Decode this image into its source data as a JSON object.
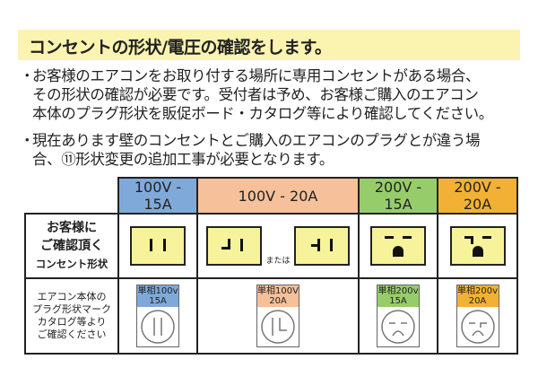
{
  "title": "コンセントの形状/電圧の確認をします。",
  "bullets": [
    {
      "dot": "・",
      "lines": [
        "お客様のエアコンをお取り付する場所に専用コンセントがある場合、",
        "その形状の確認が必要です。受付者は予め、お客様ご購入のエアコン",
        "本体のプラグ形状を販促ボード・カタログ等により確認してください。"
      ]
    },
    {
      "dot": "・",
      "lines": [
        "現在あります壁のコンセントとご購入のエアコンのプラグとが違う場",
        "合、⑪形状変更の追加工事が必要となります。"
      ]
    }
  ],
  "table": {
    "columns": [
      {
        "label": "100V - 15A",
        "color": "#7fa9d9"
      },
      {
        "label": "100V - 20A",
        "color": "#f5c09a"
      },
      {
        "label": "200V - 15A",
        "color": "#96cc6a"
      },
      {
        "label": "200V - 20A",
        "color": "#f2b134"
      }
    ],
    "row1_label": {
      "line1": "お客様に",
      "line2": "ご確認頂く",
      "line3": "コンセント形状"
    },
    "or_label": "または",
    "row2_label": [
      "エアコン本体の",
      "プラグ形状マーク",
      "カタログ等より",
      "ご確認ください"
    ],
    "marks": [
      {
        "line1": "単相100v",
        "line2": "15A"
      },
      {
        "line1": "単相100V",
        "line2": "20A"
      },
      {
        "line1": "単相200v",
        "line2": "15A"
      },
      {
        "line1": "単相200v",
        "line2": "20A"
      }
    ],
    "socket_color": "#f6f39a"
  }
}
